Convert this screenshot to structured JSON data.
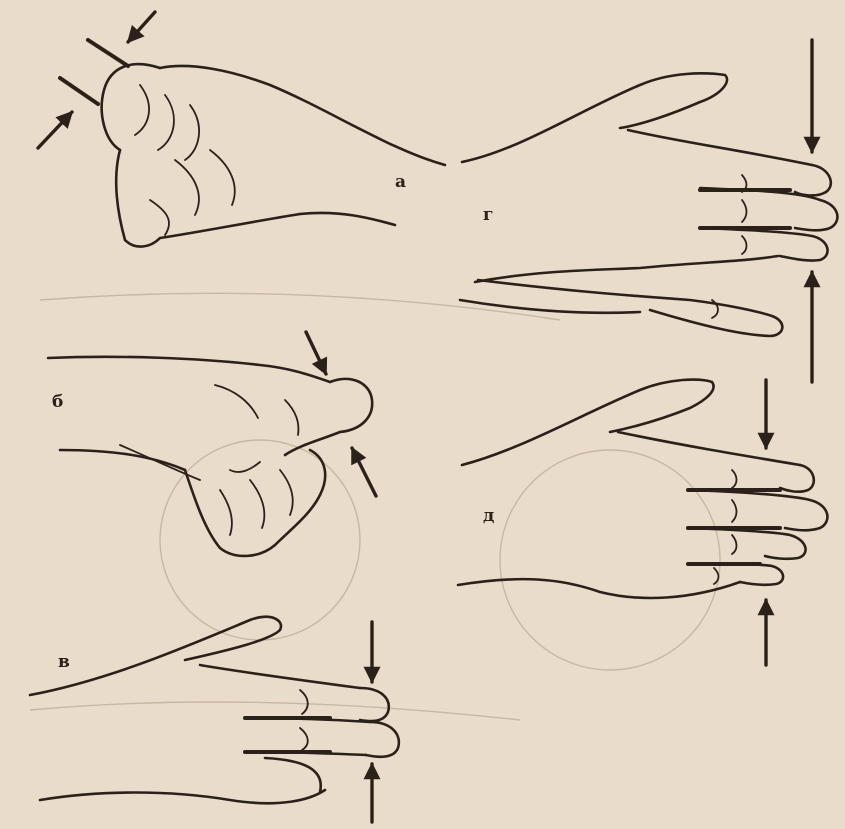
{
  "panels": {
    "a": {
      "label": "а"
    },
    "b": {
      "label": "б"
    },
    "v": {
      "label": "в"
    },
    "g": {
      "label": "г"
    },
    "d": {
      "label": "д"
    }
  },
  "colors": {
    "paper": "#e9dccb",
    "ink": "#2b211a"
  }
}
